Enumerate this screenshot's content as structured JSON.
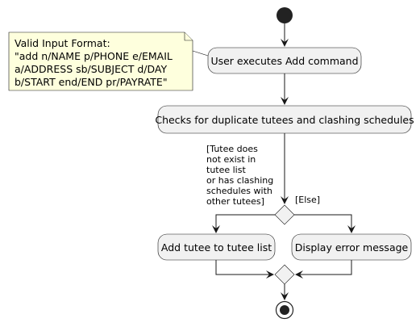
{
  "diagram": {
    "note": {
      "lines": [
        "Valid Input Format:",
        "\"add n/NAME p/PHONE e/EMAIL",
        "a/ADDRESS sb/SUBJECT d/DAY",
        "b/START end/END pr/PAYRATE\""
      ]
    },
    "actions": {
      "execute": "User executes Add command",
      "check": "Checks for duplicate tutees and clashing schedules",
      "add": "Add tutee to tutee list",
      "error": "Display error message"
    },
    "guards": {
      "left": [
        "[Tutee does",
        "not exist in",
        "tutee list",
        "or has clashing",
        "schedules with",
        "other tutees]"
      ],
      "right": "[Else]"
    },
    "colors": {
      "action_fill": "#F1F1F1",
      "note_fill": "#FEFFDD",
      "stroke": "#181818",
      "node_fill": "#222222"
    }
  }
}
